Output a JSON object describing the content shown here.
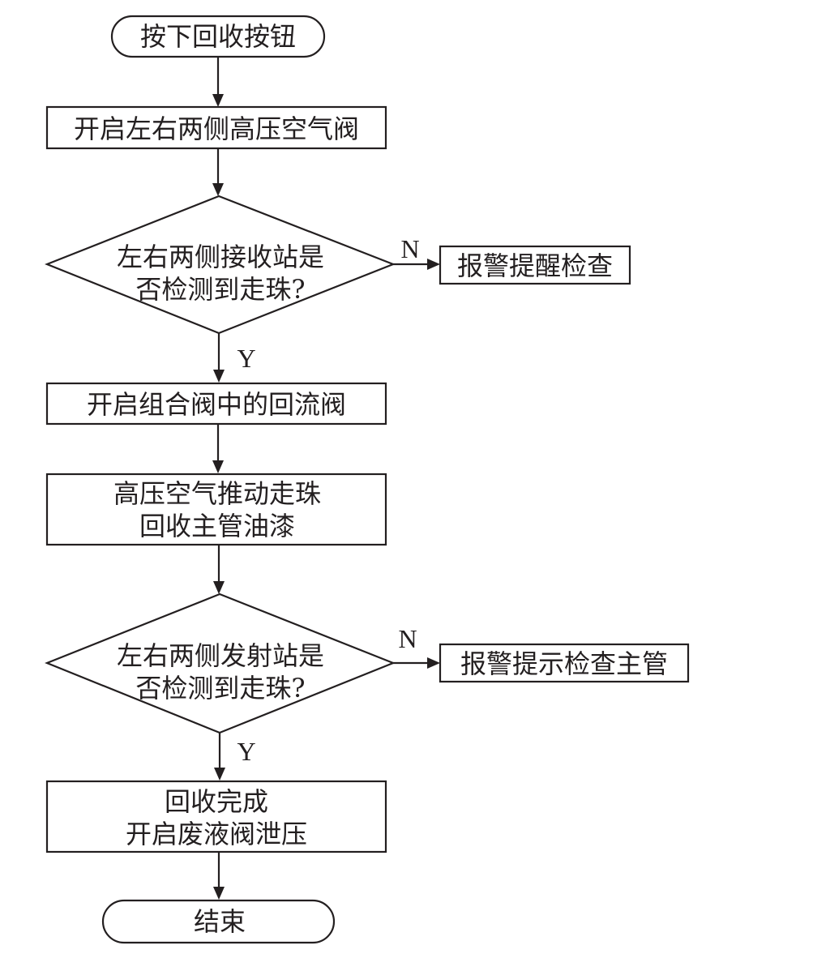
{
  "nodes": {
    "start": "按下回收按钮",
    "open_air_valves": "开启左右两侧高压空气阀",
    "check_receive_1": "左右两侧接收站是",
    "check_receive_2": "否检测到走珠?",
    "alarm_check": "报警提醒检查",
    "open_return_valve": "开启组合阀中的回流阀",
    "push_pig_1": "高压空气推动走珠",
    "push_pig_2": "回收主管油漆",
    "check_launch_1": "左右两侧发射站是",
    "check_launch_2": "否检测到走珠?",
    "alarm_main_pipe": "报警提示检查主管",
    "done_1": "回收完成",
    "done_2": "开启废液阀泄压",
    "end": "结束"
  },
  "branch_labels": {
    "no_1": "N",
    "yes_1": "Y",
    "no_2": "N",
    "yes_2": "Y"
  }
}
